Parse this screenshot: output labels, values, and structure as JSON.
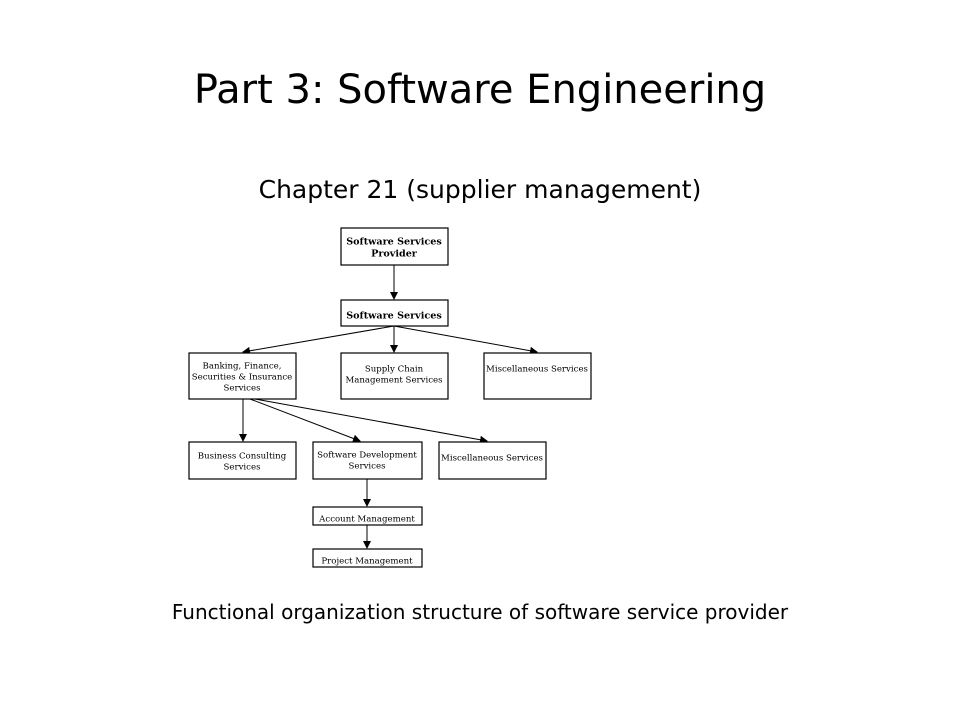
{
  "slide": {
    "title": "Part 3: Software Engineering",
    "subtitle": "Chapter 21 (supplier management)",
    "caption": "Functional organization structure of software service provider"
  },
  "diagram": {
    "nodes": [
      {
        "id": "provider",
        "lines": [
          "Software Services",
          "Provider"
        ],
        "bold": true
      },
      {
        "id": "services",
        "lines": [
          "Software Services"
        ],
        "bold": true
      },
      {
        "id": "bfsi",
        "lines": [
          "Banking, Finance,",
          "Securities & Insurance",
          "Services"
        ]
      },
      {
        "id": "scm",
        "lines": [
          "Supply Chain",
          "Management Services"
        ]
      },
      {
        "id": "misc1",
        "lines": [
          "Miscellaneous Services"
        ]
      },
      {
        "id": "consult",
        "lines": [
          "Business Consulting",
          "Services"
        ]
      },
      {
        "id": "devsvc",
        "lines": [
          "Software Development",
          "Services"
        ]
      },
      {
        "id": "misc2",
        "lines": [
          "Miscellaneous Services"
        ]
      },
      {
        "id": "account",
        "lines": [
          "Account Management"
        ]
      },
      {
        "id": "project",
        "lines": [
          "Project Management"
        ]
      }
    ],
    "edges": [
      [
        "provider",
        "services"
      ],
      [
        "services",
        "bfsi"
      ],
      [
        "services",
        "scm"
      ],
      [
        "services",
        "misc1"
      ],
      [
        "bfsi",
        "consult"
      ],
      [
        "bfsi",
        "devsvc"
      ],
      [
        "bfsi",
        "misc2"
      ],
      [
        "devsvc",
        "account"
      ],
      [
        "account",
        "project"
      ]
    ]
  }
}
